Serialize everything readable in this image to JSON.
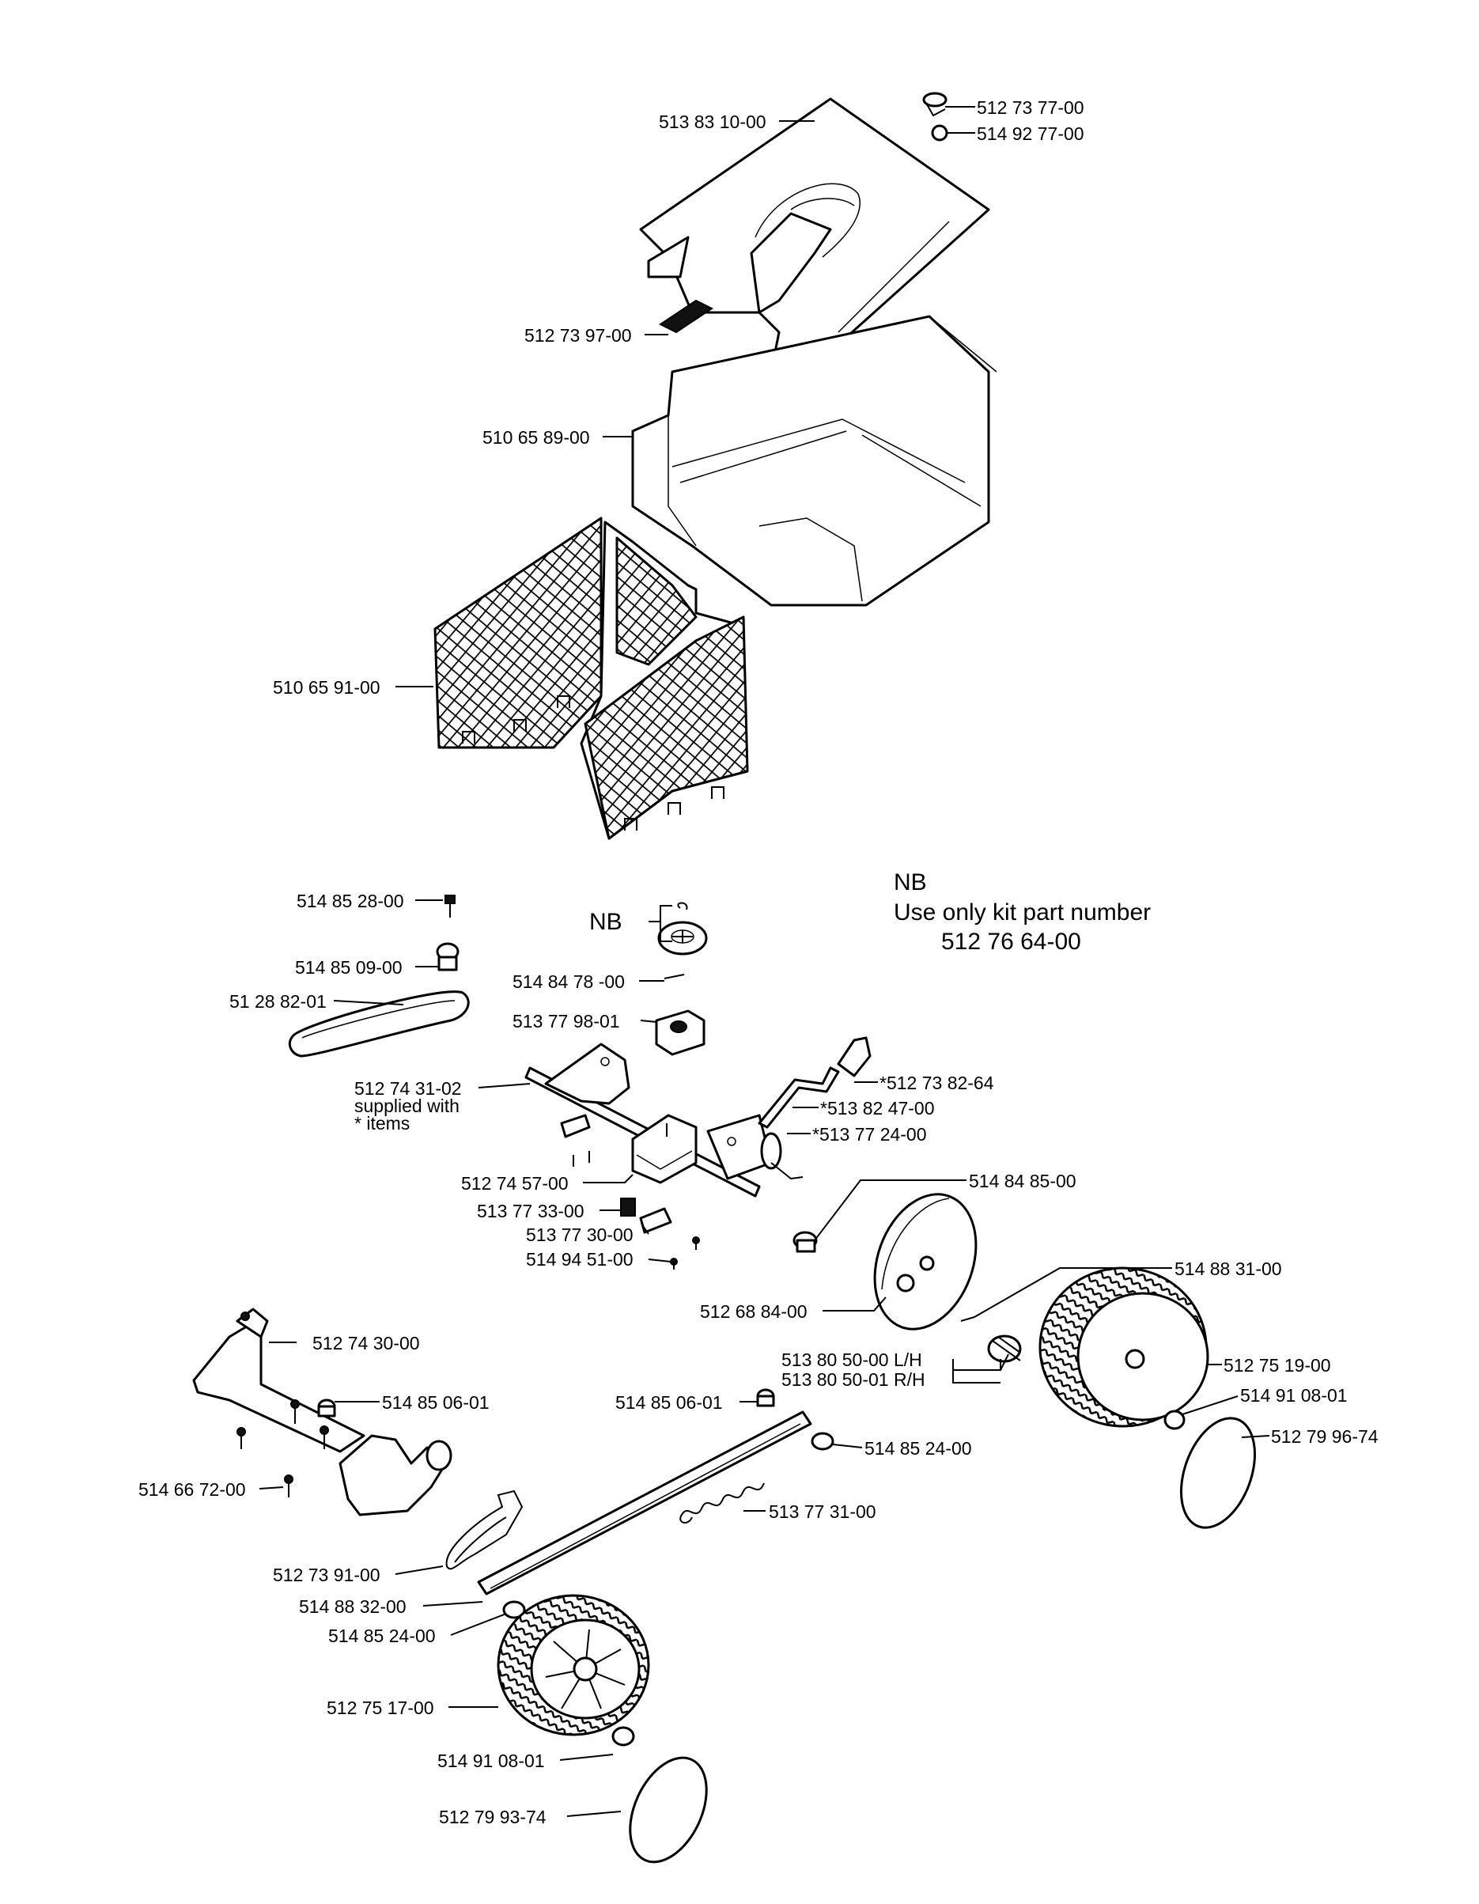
{
  "note": {
    "title": "NB",
    "line1": "Use only kit part number",
    "line2": "512 76 64-00"
  },
  "nb_callout": "NB",
  "parts": {
    "p_512_73_77_00": "512 73 77-00",
    "p_514_92_77_00": "514 92 77-00",
    "p_513_83_10_00": "513 83 10-00",
    "p_512_73_97_00": "512 73 97-00",
    "p_510_65_89_00": "510 65 89-00",
    "p_510_65_91_00": "510 65 91-00",
    "p_514_85_28_00": "514 85 28-00",
    "p_514_85_09_00": "514 85 09-00",
    "p_51_28_82_01": "51 28 82-01",
    "p_514_84_78_00": "514 84 78 -00",
    "p_513_77_98_01": "513 77 98-01",
    "p_512_74_31_02": "512 74 31-02",
    "p_supplied_1": "supplied with",
    "p_supplied_2": "* items",
    "p_512_73_82_64": "*512 73 82-64",
    "p_513_82_47_00": "*513 82 47-00",
    "p_513_77_24_00": "*513 77 24-00",
    "p_512_74_57_00": "512 74 57-00",
    "p_514_84_85_00": "514 84 85-00",
    "p_513_77_33_00": "513 77 33-00",
    "p_513_77_30_00": "513 77 30-00",
    "p_514_94_51_00": "514 94 51-00",
    "p_514_88_31_00": "514 88 31-00",
    "p_512_68_84_00": "512 68 84-00",
    "p_512_74_30_00": "512 74 30-00",
    "p_513_80_50_00": "513 80 50-00 L/H",
    "p_513_80_50_01": "513 80 50-01 R/H",
    "p_512_75_19_00": "512 75 19-00",
    "p_514_85_06_01_a": "514 85 06-01",
    "p_514_85_06_01_b": "514 85 06-01",
    "p_514_91_08_01_a": "514 91 08-01",
    "p_512_79_96_74": "512 79 96-74",
    "p_514_85_24_00_a": "514 85 24-00",
    "p_514_66_72_00": "514 66 72-00",
    "p_513_77_31_00": "513 77 31-00",
    "p_512_73_91_00": "512 73 91-00",
    "p_514_88_32_00": "514 88 32-00",
    "p_514_85_24_00_b": "514 85 24-00",
    "p_512_75_17_00": "512 75 17-00",
    "p_514_91_08_01_b": "514 91 08-01",
    "p_512_79_93_74": "512 79 93-74"
  }
}
